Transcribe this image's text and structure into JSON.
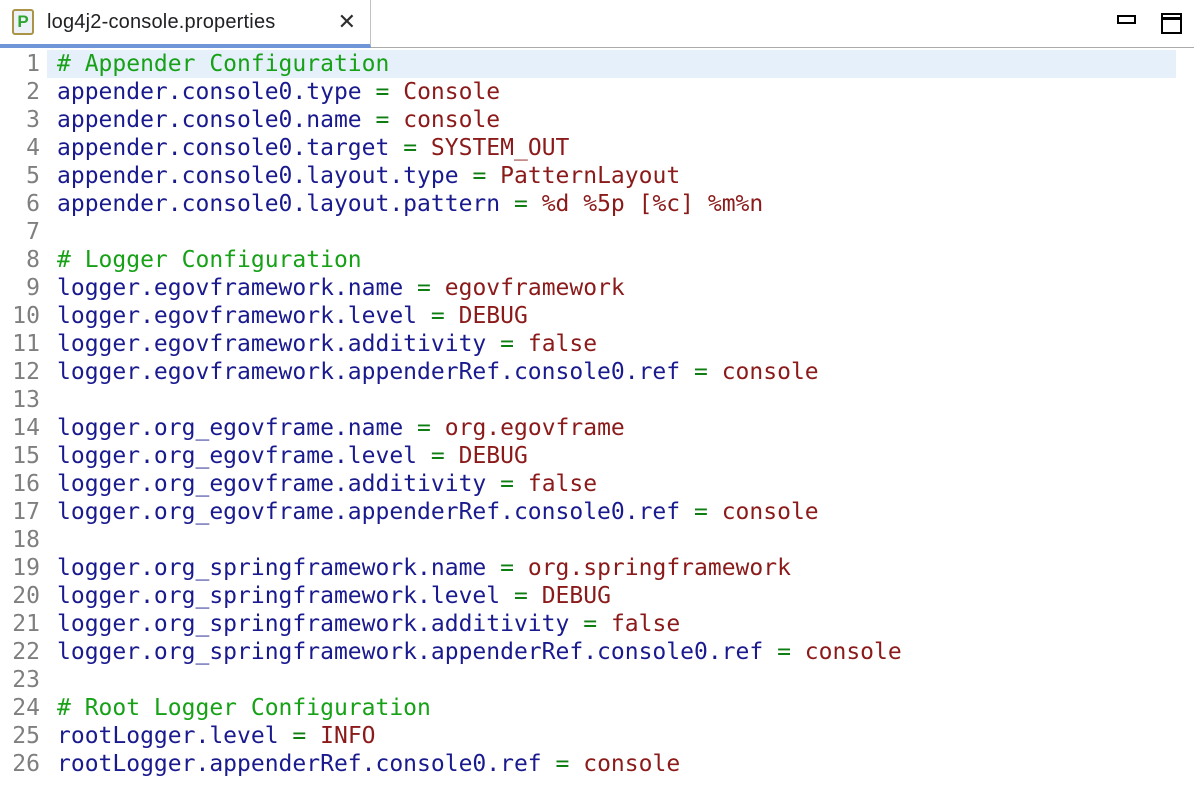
{
  "tab": {
    "title": "log4j2-console.properties",
    "icon_letter": "P",
    "close_glyph": "✕"
  },
  "window_controls": {
    "minimize_icon": "minimize-window",
    "maximize_icon": "maximize-window"
  },
  "colors": {
    "key": "#1a1a8f",
    "equals": "#0e7d12",
    "value": "#8b1a1a",
    "comment": "#17a117",
    "line_number": "#7f7f7f",
    "current_line_bg": "#e6f0fb",
    "tab_underline": "#7095d8",
    "icon_border": "#ab9347",
    "icon_letter_color": "#2fa62f"
  },
  "editor": {
    "current_line": 1,
    "lines": [
      {
        "n": 1,
        "kind": "comment",
        "text": "# Appender Configuration"
      },
      {
        "n": 2,
        "kind": "kv",
        "key": "appender.console0.type",
        "value": "Console"
      },
      {
        "n": 3,
        "kind": "kv",
        "key": "appender.console0.name",
        "value": "console"
      },
      {
        "n": 4,
        "kind": "kv",
        "key": "appender.console0.target",
        "value": "SYSTEM_OUT"
      },
      {
        "n": 5,
        "kind": "kv",
        "key": "appender.console0.layout.type",
        "value": "PatternLayout"
      },
      {
        "n": 6,
        "kind": "kv",
        "key": "appender.console0.layout.pattern",
        "value": "%d %5p [%c] %m%n"
      },
      {
        "n": 7,
        "kind": "blank"
      },
      {
        "n": 8,
        "kind": "comment",
        "text": "# Logger Configuration"
      },
      {
        "n": 9,
        "kind": "kv",
        "key": "logger.egovframework.name",
        "value": "egovframework"
      },
      {
        "n": 10,
        "kind": "kv",
        "key": "logger.egovframework.level",
        "value": "DEBUG"
      },
      {
        "n": 11,
        "kind": "kv",
        "key": "logger.egovframework.additivity",
        "value": "false"
      },
      {
        "n": 12,
        "kind": "kv",
        "key": "logger.egovframework.appenderRef.console0.ref",
        "value": "console"
      },
      {
        "n": 13,
        "kind": "blank"
      },
      {
        "n": 14,
        "kind": "kv",
        "key": "logger.org_egovframe.name",
        "value": "org.egovframe"
      },
      {
        "n": 15,
        "kind": "kv",
        "key": "logger.org_egovframe.level",
        "value": "DEBUG"
      },
      {
        "n": 16,
        "kind": "kv",
        "key": "logger.org_egovframe.additivity",
        "value": "false"
      },
      {
        "n": 17,
        "kind": "kv",
        "key": "logger.org_egovframe.appenderRef.console0.ref",
        "value": "console"
      },
      {
        "n": 18,
        "kind": "blank"
      },
      {
        "n": 19,
        "kind": "kv",
        "key": "logger.org_springframework.name",
        "value": "org.springframework"
      },
      {
        "n": 20,
        "kind": "kv",
        "key": "logger.org_springframework.level",
        "value": "DEBUG"
      },
      {
        "n": 21,
        "kind": "kv",
        "key": "logger.org_springframework.additivity",
        "value": "false"
      },
      {
        "n": 22,
        "kind": "kv",
        "key": "logger.org_springframework.appenderRef.console0.ref",
        "value": "console"
      },
      {
        "n": 23,
        "kind": "blank"
      },
      {
        "n": 24,
        "kind": "comment",
        "text": "# Root Logger Configuration"
      },
      {
        "n": 25,
        "kind": "kv",
        "key": "rootLogger.level",
        "value": "INFO"
      },
      {
        "n": 26,
        "kind": "kv",
        "key": "rootLogger.appenderRef.console0.ref",
        "value": "console"
      }
    ]
  }
}
